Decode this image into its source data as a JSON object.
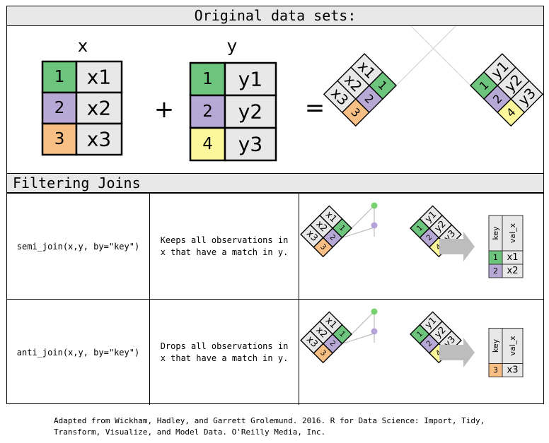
{
  "header_top": "Original data sets:",
  "header_filter": "Filtering Joins",
  "labels": {
    "x": "x",
    "y": "y",
    "plus": "+",
    "equals": "="
  },
  "table_x": [
    {
      "key": "1",
      "val": "x1"
    },
    {
      "key": "2",
      "val": "x2"
    },
    {
      "key": "3",
      "val": "x3"
    }
  ],
  "table_y": [
    {
      "key": "1",
      "val": "y1"
    },
    {
      "key": "2",
      "val": "y2"
    },
    {
      "key": "4",
      "val": "y3"
    }
  ],
  "result_header": {
    "key": "key",
    "val": "val_x"
  },
  "rows": [
    {
      "func": "semi_join(x,y, by=\"key\")",
      "desc": "Keeps all observations in x that have a match in y.",
      "result": [
        {
          "key": "1",
          "val": "x1"
        },
        {
          "key": "2",
          "val": "x2"
        }
      ]
    },
    {
      "func": "anti_join(x,y, by=\"key\")",
      "desc": "Drops all observations in x that have a match in y.",
      "result": [
        {
          "key": "3",
          "val": "x3"
        }
      ]
    }
  ],
  "caption": "Adapted from Wickham, Hadley, and Garrett Grolemund. 2016. R for Data Science: Import, Tidy, Transform, Visualize, and Model Data. O'Reilly Media, Inc.",
  "colors": {
    "k1": "#6dc47c",
    "k2": "#b8a8d6",
    "k3": "#f8bf85",
    "k4": "#fbf79a",
    "val": "#e8e8e8",
    "header": "#e8e8e8",
    "arrow": "#bdbdbd",
    "dot_green": "#77d16e",
    "dot_purple": "#b6a3d7"
  }
}
